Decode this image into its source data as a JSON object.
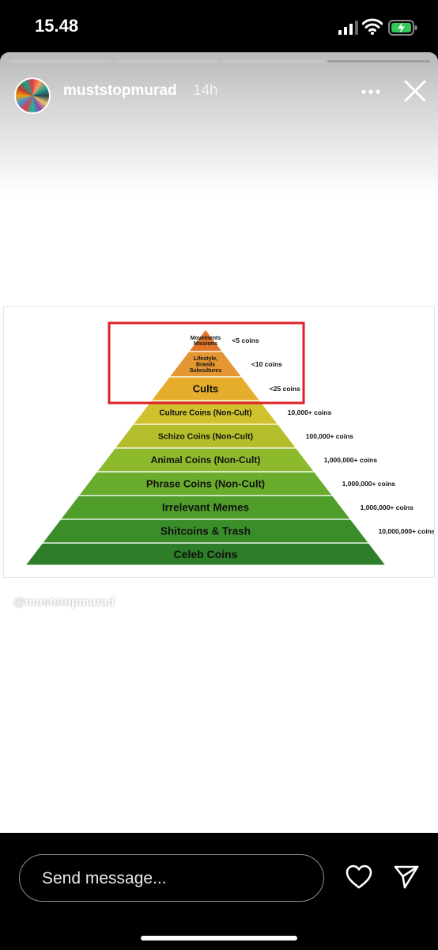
{
  "status_bar": {
    "time": "15.48",
    "icons": [
      "signal-icon",
      "wifi-icon",
      "battery-charging-icon"
    ]
  },
  "story": {
    "username": "muststopmurad",
    "age": "14h",
    "progress_segments_total": 4,
    "progress_segments_done": 3,
    "watermark": "@muststopmurad"
  },
  "pyramid": {
    "levels": [
      {
        "label_lines": [
          "Movements",
          "Missions"
        ],
        "count": "<5 coins",
        "color": "#e0762a"
      },
      {
        "label_lines": [
          "Lifestyle,",
          "Brands",
          "Subcultures"
        ],
        "count": "<10 coins",
        "color": "#e39632"
      },
      {
        "label_lines": [
          "Cults"
        ],
        "count": "<25 coins",
        "color": "#e6ad2d"
      },
      {
        "label_lines": [
          "Culture Coins (Non-Cult)"
        ],
        "count": "10,000+ coins",
        "color": "#d0c22e"
      },
      {
        "label_lines": [
          "Schizo Coins (Non-Cult)"
        ],
        "count": "100,000+ coins",
        "color": "#b3be2a"
      },
      {
        "label_lines": [
          "Animal Coins (Non-Cult)"
        ],
        "count": "1,000,000+ coins",
        "color": "#8db92d"
      },
      {
        "label_lines": [
          "Phrase Coins (Non-Cult)"
        ],
        "count": "1,000,000+ coins",
        "color": "#6aad2c"
      },
      {
        "label_lines": [
          "Irrelevant Memes"
        ],
        "count": "1,000,000+ coins",
        "color": "#4f9e2b"
      },
      {
        "label_lines": [
          "Shitcoins & Trash"
        ],
        "count": "10,000,000+ coins",
        "color": "#3a8e2a"
      },
      {
        "label_lines": [
          "Celeb Coins"
        ],
        "count": "",
        "color": "#2e7d28"
      }
    ],
    "highlight_color": "#e0202a"
  },
  "bottom_bar": {
    "send_placeholder": "Send message...",
    "icons": [
      "heart-icon",
      "send-icon"
    ]
  }
}
